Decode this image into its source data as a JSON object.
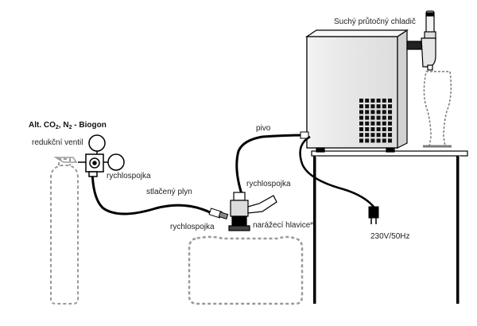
{
  "labels": {
    "cooler": "Suchý průtočný chladič",
    "gas_title_prefix": "Alt. CO",
    "gas_title_sub1": "2",
    "gas_title_mid": ", N",
    "gas_title_sub2": "2",
    "gas_title_suffix": " - Biogon",
    "regulator": "redukční ventil",
    "quick_coupler_gas": "rychlospojka",
    "pressurized_gas": "stlačený plyn",
    "quick_coupler_keg": "rychlospojka",
    "beer": "pivo",
    "quick_coupler_beer": "rychlospojka",
    "keg_head": "narážecí hlavice*",
    "power": "230V/50Hz"
  },
  "colors": {
    "line": "#000000",
    "dashed": "#9a9a9a",
    "cooler_front": "#ececec",
    "cooler_side": "#d2d2d2"
  }
}
